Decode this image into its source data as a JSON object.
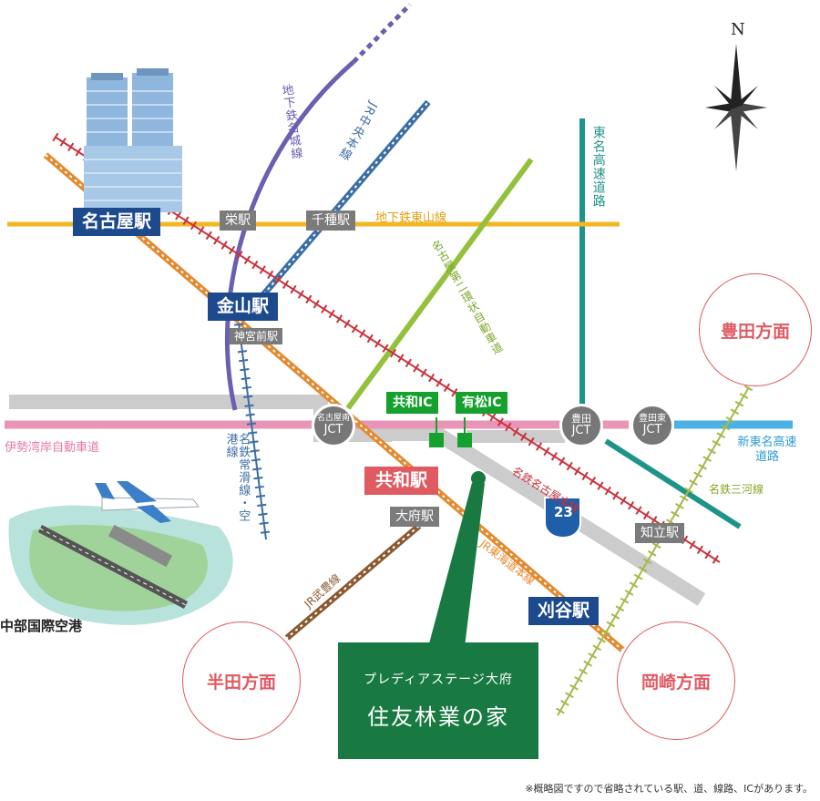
{
  "compass": {
    "north": "N"
  },
  "stations": {
    "nagoya": "名古屋駅",
    "kanayama": "金山駅",
    "sakae": "栄駅",
    "chikusa": "千種駅",
    "jingumae": "神宮前駅",
    "kyowa": "共和駅",
    "obu": "大府駅",
    "chiryu": "知立駅",
    "kariya": "刈谷駅"
  },
  "lines": {
    "meijo": "地下鉄名城線",
    "chuo": "JR中央本線",
    "higashiyama": "地下鉄東山線",
    "ring_expressway": "名古屋第二環状自動車道",
    "tomei": "東名高速道路",
    "isewan": "伊勢湾岸自動車道",
    "shin_tomei": "新東名高速道路",
    "meitetsu_nagoya": "名鉄名古屋本線",
    "meitetsu_mikawa": "名鉄三河線",
    "meitetsu_tokoname": "名鉄常滑線・空港線",
    "jr_tokaido": "JR東海道本線",
    "jr_taketoyo": "JR武豊線",
    "route_number": "23"
  },
  "junctions": {
    "nagoya_minami": [
      "名古屋南",
      "JCT"
    ],
    "toyota": [
      "豊田",
      "JCT"
    ],
    "toyota_higashi": [
      "豊田東",
      "JCT"
    ]
  },
  "interchanges": {
    "kyowa_ic": "共和IC",
    "arimatsu_ic": "有松IC"
  },
  "destinations": {
    "toyota": "豊田方面",
    "handa": "半田方面",
    "okazaki": "岡崎方面"
  },
  "airport": "中部国際空港",
  "property": {
    "subtitle": "プレディアステージ大府",
    "title": "住友林業の家"
  },
  "note": "※概略図ですので省略されている駅、道、線路、ICがあります。",
  "colors": {
    "meijo": "#6a5fb0",
    "higashiyama": "#f2b722",
    "tokaido": "#e28a2f",
    "meitetsu": "#c8323c",
    "chuo": "#3b6ea4",
    "ring": "#93c13c",
    "tomei": "#1e9488",
    "isewan": "#e995b8",
    "shin_tomei": "#4ab0e6",
    "road_gray": "#cccccc",
    "property": "#187a42",
    "station_navy": "#1d4a8c",
    "station_red": "#e05a62"
  }
}
